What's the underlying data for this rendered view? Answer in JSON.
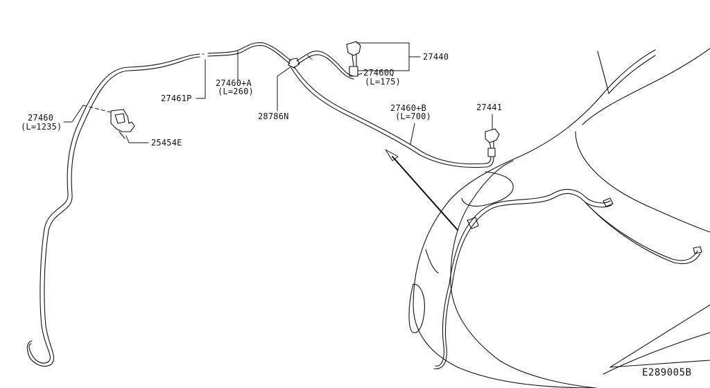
{
  "callouts": {
    "hose_main": {
      "part": "27460",
      "length": "(L=1235)"
    },
    "hose_a": {
      "part": "27460+A",
      "length": "(L=260)"
    },
    "hose_q": {
      "part": "27460Q",
      "length": "(L=175)"
    },
    "hose_b": {
      "part": "27460+B",
      "length": "(L=700)"
    },
    "joint": {
      "part": "27461P"
    },
    "clip": {
      "part": "25454E"
    },
    "connector": {
      "part": "28786N"
    },
    "nozzle_left": {
      "part": "27440"
    },
    "nozzle_right": {
      "part": "27441"
    }
  },
  "diagram_code": "E289005B"
}
